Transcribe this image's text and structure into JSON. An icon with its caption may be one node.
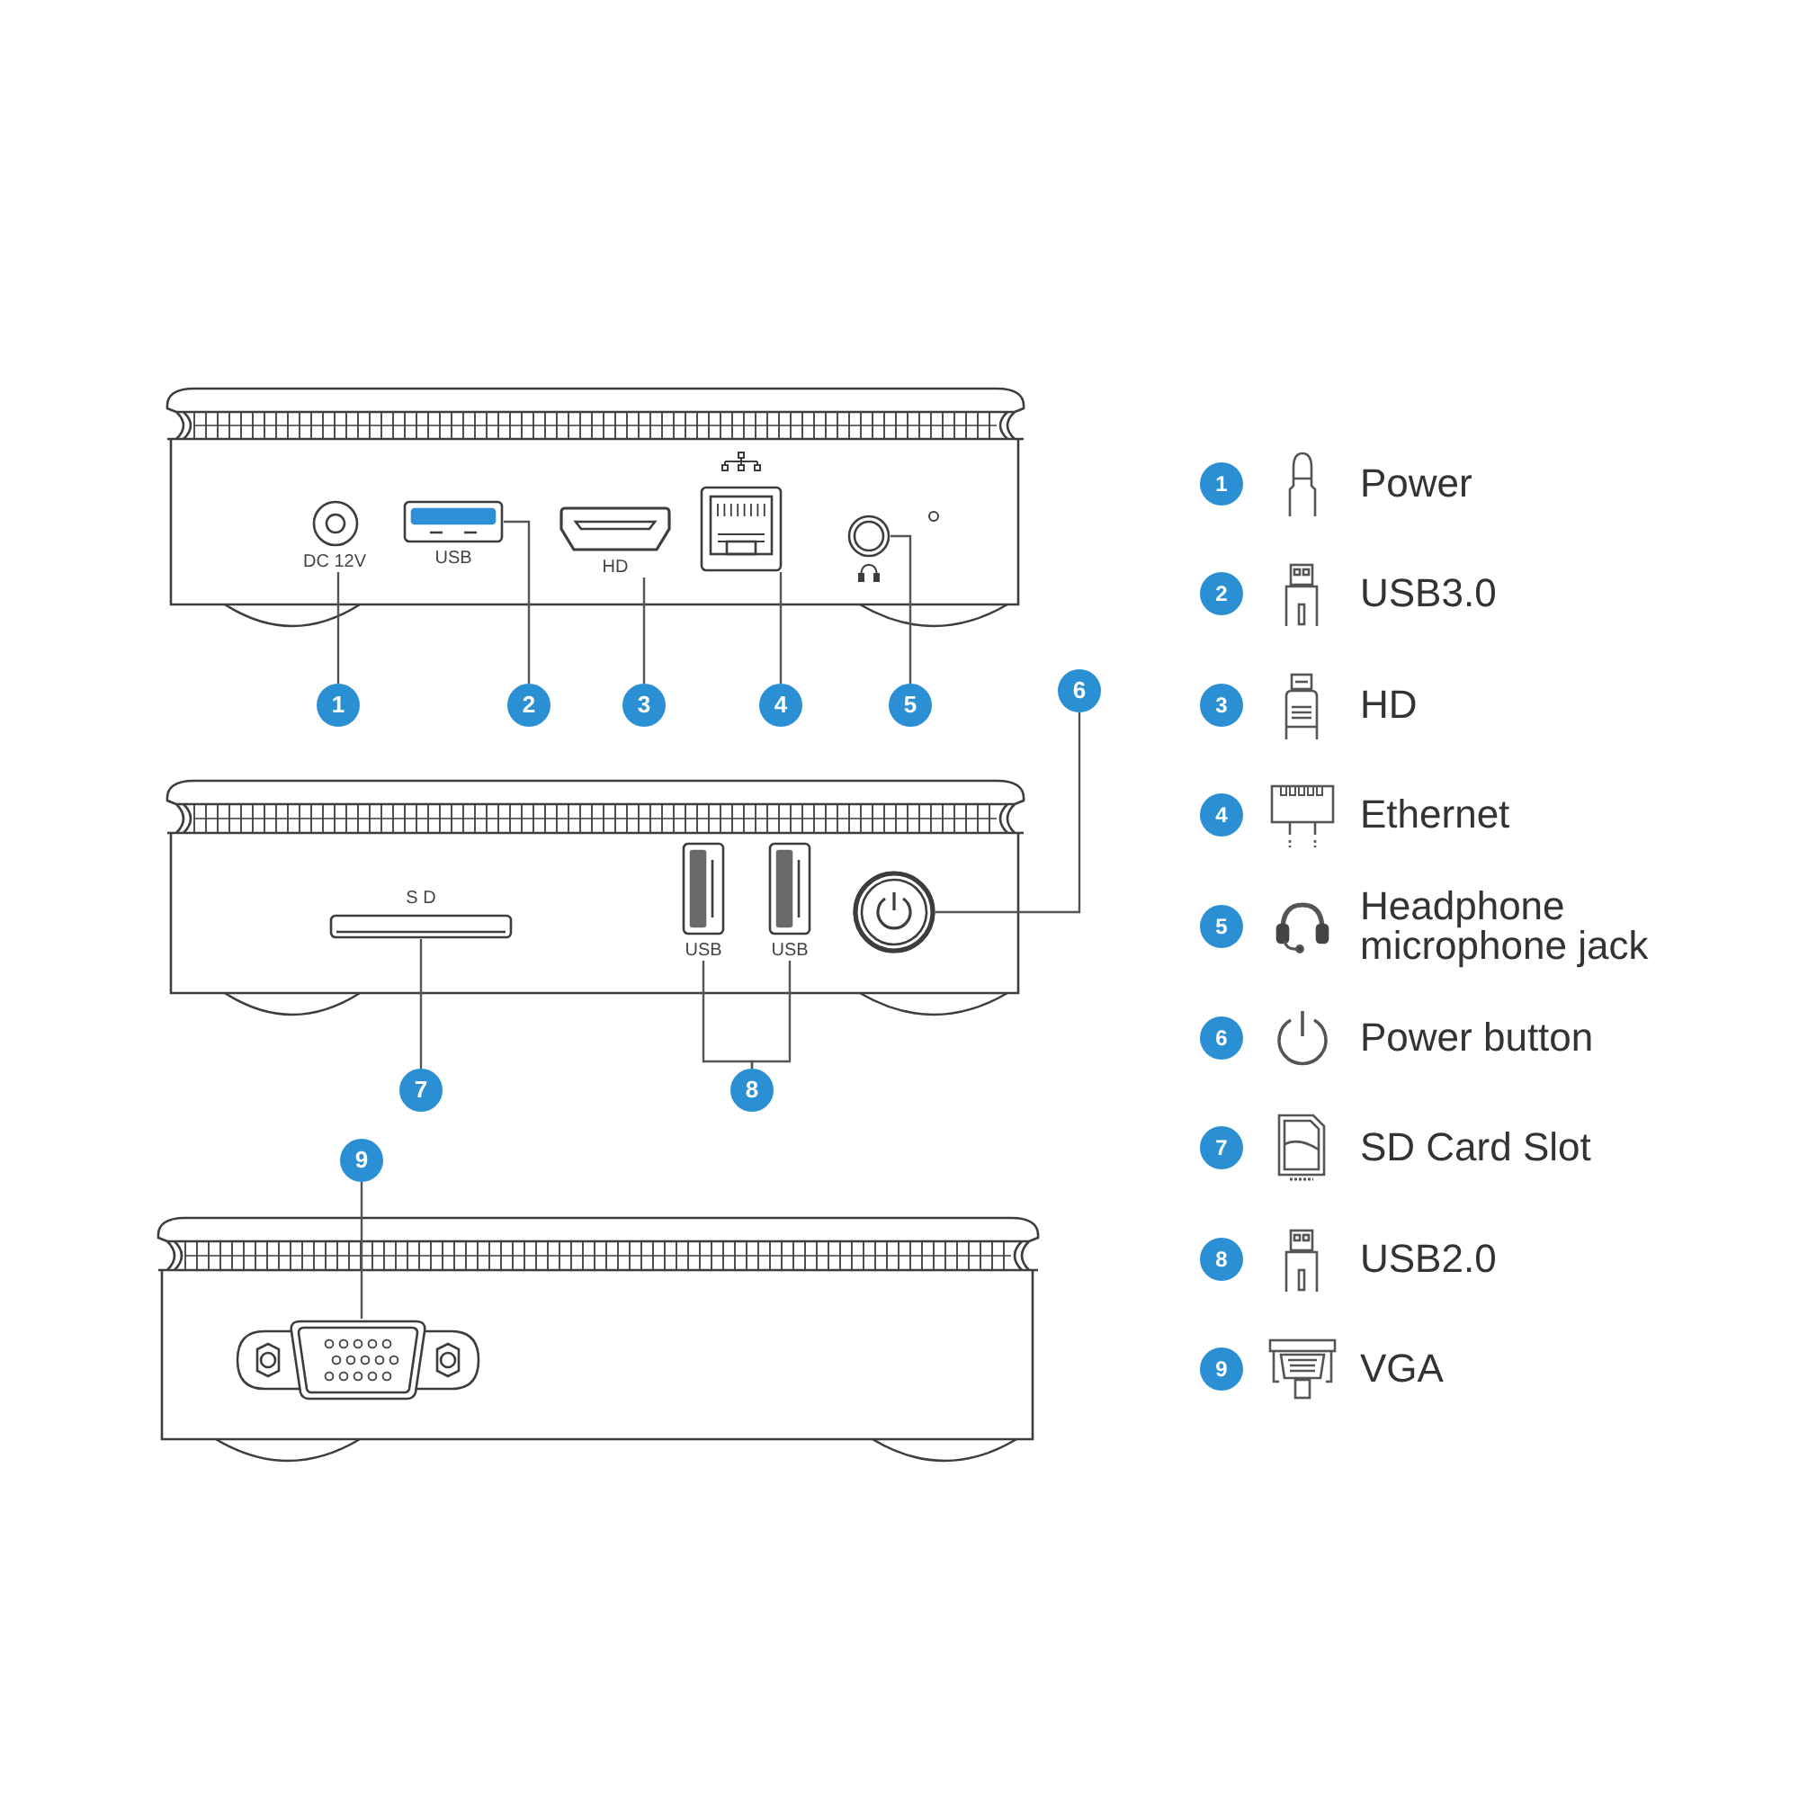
{
  "diagram": {
    "nodes": [
      {
        "text": [],
        "shape": "circle",
        "beside": [
          "DC 12V"
        ]
      },
      {
        "text": [],
        "shape": "box",
        "beside": [
          "USB"
        ]
      },
      {
        "text": [],
        "shape": "picture",
        "beside": [
          "HD"
        ]
      },
      {
        "text": [],
        "shape": "box"
      },
      {
        "text": [],
        "shape": "circle"
      },
      {
        "text": [
          "1"
        ]
      },
      {
        "text": [
          "2"
        ]
      },
      {
        "text": [
          "3"
        ]
      },
      {
        "text": [
          "4"
        ]
      },
      {
        "text": [
          "5"
        ]
      },
      {
        "text": [
          "6"
        ]
      },
      {
        "text": [],
        "shape": "box",
        "beside": [
          "S D"
        ]
      },
      {
        "text": [],
        "shape": "box",
        "beside": [
          "USB"
        ]
      },
      {
        "text": [],
        "shape": "box",
        "beside": [
          "USB"
        ]
      },
      {
        "text": [],
        "shape": "circle"
      },
      {
        "text": [
          "7"
        ]
      },
      {
        "text": [
          "8"
        ]
      },
      {
        "text": [
          "9"
        ]
      },
      {
        "text": [],
        "shape": "picture"
      },
      {
        "text": [
          "1"
        ]
      },
      {
        "text": [
          "2"
        ]
      },
      {
        "text": [
          "3"
        ]
      },
      {
        "text": [
          "4"
        ]
      },
      {
        "text": [
          "5"
        ]
      },
      {
        "text": [
          "6"
        ]
      },
      {
        "text": [
          "7"
        ]
      },
      {
        "text": [
          "8"
        ]
      },
      {
        "text": [
          "9"
        ]
      }
    ],
    "edges": [
      {
        "from": 5,
        "to": 0,
        "arrow": "none"
      },
      {
        "from": 6,
        "to": 1,
        "arrow": "none"
      },
      {
        "from": 7,
        "to": 2,
        "arrow": "none"
      },
      {
        "from": 8,
        "to": 3,
        "arrow": "none"
      },
      {
        "from": 9,
        "to": 4,
        "arrow": "none"
      },
      {
        "from": 10,
        "to": 14,
        "arrow": "none"
      },
      {
        "from": 15,
        "to": 11,
        "arrow": "none"
      },
      {
        "from": 16,
        "to": 12,
        "arrow": "none"
      },
      {
        "from": 16,
        "to": 13,
        "arrow": "none"
      },
      {
        "from": 17,
        "to": 18,
        "arrow": "none"
      }
    ],
    "legend": [
      {
        "text": "Power"
      },
      {
        "text": "USB3.0"
      },
      {
        "text": "HD"
      },
      {
        "text": "Ethernet"
      },
      {
        "text": "Headphone microphone jack"
      },
      {
        "text": "Power button"
      },
      {
        "text": "SD Card Slot"
      },
      {
        "text": "USB2.0"
      },
      {
        "text": "VGA"
      }
    ]
  }
}
